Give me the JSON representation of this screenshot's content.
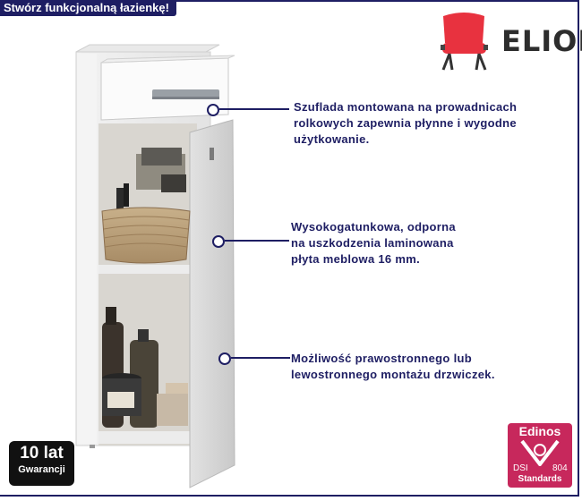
{
  "header": {
    "tagline": "Stwórz funkcjonalną łazienkę!"
  },
  "brand": {
    "logo_text": "ELIOR"
  },
  "callouts": [
    {
      "lines": [
        "Szuflada montowana na prowadnicach",
        "rolkowych zapewnia płynne i wygodne",
        "użytkowanie."
      ]
    },
    {
      "lines": [
        "Wysokogatunkowa, odporna",
        "na uszkodzenia laminowana",
        "płyta meblowa 16 mm."
      ]
    },
    {
      "lines": [
        "Możliwość prawostronnego lub",
        "lewostronnego montażu drzwiczek."
      ]
    }
  ],
  "badges": {
    "warranty": {
      "years": "10 lat",
      "label": "Gwarancji"
    },
    "certification": {
      "name": "Edinos",
      "code_left": "DSI",
      "code_right": "804",
      "label": "Standards"
    }
  },
  "colors": {
    "accent": "#1e1e63",
    "badge_pink": "#c7285c",
    "chair_red": "#e8323f"
  }
}
